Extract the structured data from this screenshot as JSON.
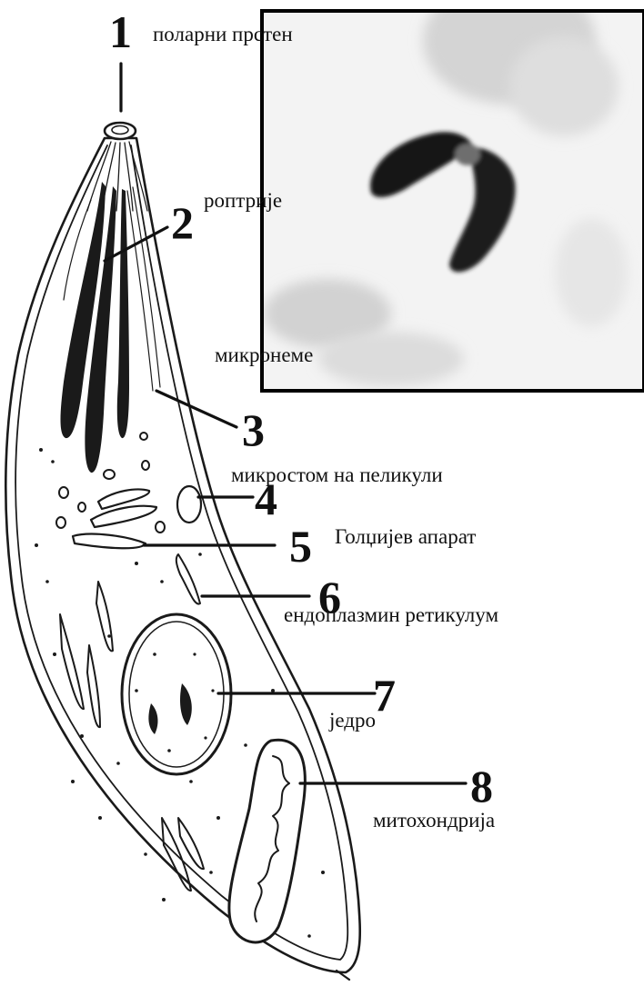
{
  "figure": {
    "markers": [
      {
        "number": "1",
        "label": "поларни прстен"
      },
      {
        "number": "2",
        "label": "роптрије"
      },
      {
        "number": "3",
        "label": "микронеме"
      },
      {
        "number": "4",
        "label": "микростом на пеликули"
      },
      {
        "number": "5",
        "label": "Голџијев апарат"
      },
      {
        "number": "6",
        "label": "ендоплазмин ретикулум"
      },
      {
        "number": "7",
        "label": "једро"
      },
      {
        "number": "8",
        "label": "митохондрија"
      }
    ]
  },
  "colors": {
    "ink": "#1a1a1a",
    "photo_bg": "#f2f2f2",
    "photo_frame": "#000000"
  }
}
